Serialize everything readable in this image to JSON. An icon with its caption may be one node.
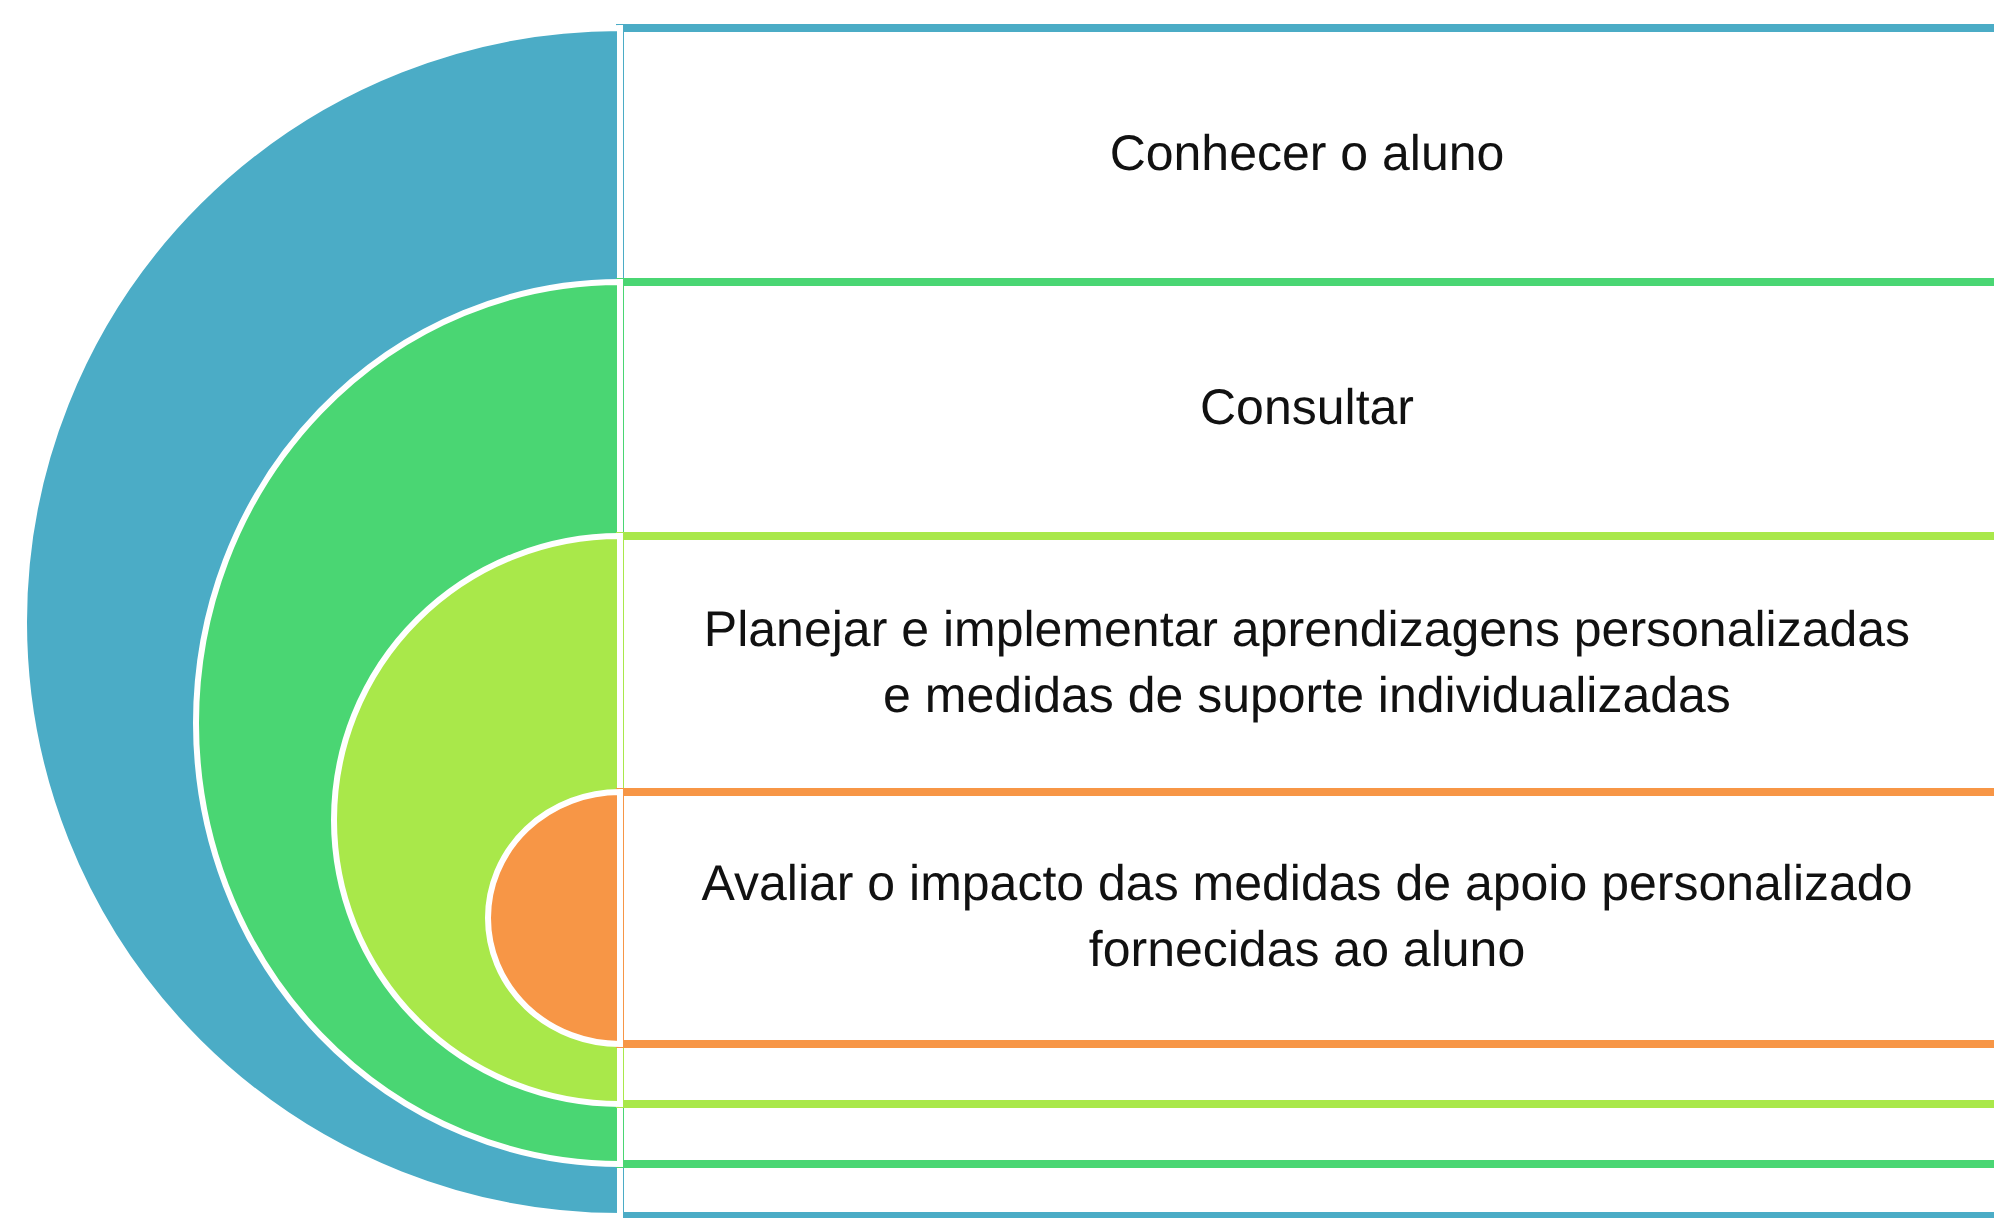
{
  "diagram": {
    "nodes": [
      {
        "text": [
          "Conhecer o aluno"
        ]
      },
      {
        "text": [
          "Consultar"
        ],
        "in": 0
      },
      {
        "text": [
          "Planejar e implementar aprendizagens personalizadas e medidas de suporte individualizadas"
        ],
        "in": 1
      },
      {
        "text": [
          "Avaliar o impacto das medidas de apoio personalizado fornecidas ao aluno"
        ],
        "in": 2
      }
    ]
  }
}
